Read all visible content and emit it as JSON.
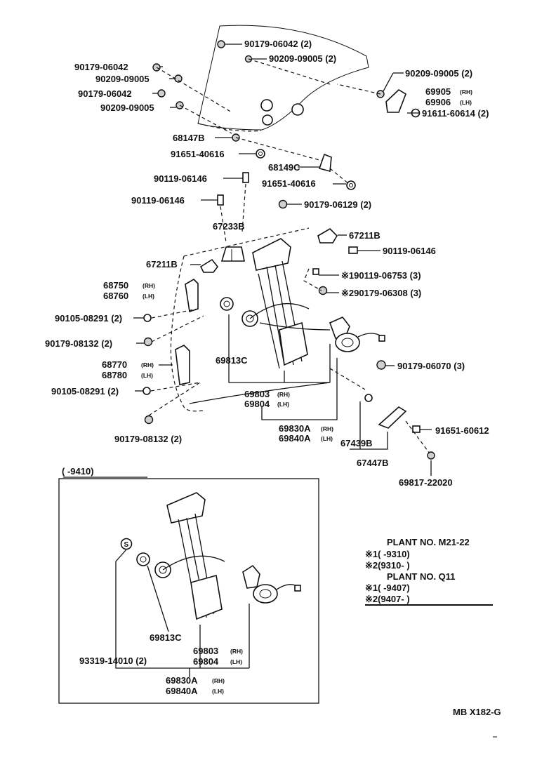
{
  "diagram": {
    "labels": {
      "p_90179_06042_top": "90179-06042 (2)",
      "p_90209_09005_top": "90209-09005 (2)",
      "p_90179_06042_l1": "90179-06042",
      "p_90209_09005_l1": "90209-09005",
      "p_90179_06042_l2": "90179-06042",
      "p_90209_09005_l2": "90209-09005",
      "p_90209_09005_r": "90209-09005 (2)",
      "p_69905": "69905",
      "p_69906": "69906",
      "p_91611_60614": "91611-60614 (2)",
      "p_68147B": "68147B",
      "p_91651_40616_a": "91651-40616",
      "p_68149C": "68149C",
      "p_90119_06146_a": "90119-06146",
      "p_91651_40616_b": "91651-40616",
      "p_90119_06146_b": "90119-06146",
      "p_90179_06129": "90179-06129 (2)",
      "p_67233B": "67233B",
      "p_67211B_r": "67211B",
      "p_90119_06146_c": "90119-06146",
      "p_67211B_l": "67211B",
      "p_90119_06753": "※190119-06753 (3)",
      "p_90179_06308": "※290179-06308 (3)",
      "p_68750": "68750",
      "p_68760": "68760",
      "p_90105_08291_a": "90105-08291 (2)",
      "p_90179_08132_a": "90179-08132 (2)",
      "p_69813C": "69813C",
      "p_90179_06070": "90179-06070 (3)",
      "p_68770": "68770",
      "p_68780": "68780",
      "p_90105_08291_b": "90105-08291 (2)",
      "p_69803": "69803",
      "p_69804": "69804",
      "p_91651_60612": "91651-60612",
      "p_90179_08132_b": "90179-08132 (2)",
      "p_69830A": "69830A",
      "p_69840A": "69840A",
      "p_67439B": "67439B",
      "p_67447B": "67447B",
      "p_69817_22020": "69817-22020",
      "inset_range": "(       -9410)",
      "inset_69813C": "69813C",
      "inset_93319": "93319-14010 (2)",
      "inset_69803": "69803",
      "inset_69804": "69804",
      "inset_69830A": "69830A",
      "inset_69840A": "69840A",
      "rh": "(RH)",
      "lh": "(LH)"
    },
    "plant_notes": {
      "plant1_title": "PLANT  NO.  M21-22",
      "plant1_n1": "※1(        -9310)",
      "plant1_n2": "※2(9310-        )",
      "plant2_title": "PLANT  NO.  Q11",
      "plant2_n1": "※1(        -9407)",
      "plant2_n2": "※2(9407-        )"
    },
    "drawing_ref": "MB  X182-G"
  }
}
